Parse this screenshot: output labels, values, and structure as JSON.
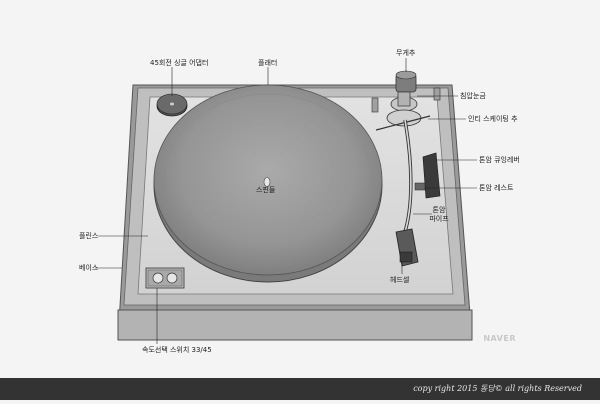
{
  "labels": {
    "adapter": "45회전 싱글 어댑터",
    "platter": "플래터",
    "counterweight": "무게추",
    "tracking_force": "침압눈금",
    "anti_skating": "인티 스케이팅 추",
    "tonearm_lever": "톤암 큐잉레버",
    "tonearm_rest": "톤암 레스트",
    "tonearm_pipe_line1": "톤암",
    "tonearm_pipe_line2": "파이프",
    "spindle": "스핀들",
    "plinth": "플린스",
    "base": "베이스",
    "headshell": "헤드셀",
    "speed_switch": "속도선택 스위치 33/45"
  },
  "watermark": "NAVER",
  "copyright": "copy right 2015 동당© all rights Reserved",
  "colors": {
    "platter_outer": "#8c8c8c",
    "platter_inner": "#a4a4a4",
    "plinth_top": "#d9d9d9",
    "frame": "#8a8a8a",
    "footer": "#333333"
  }
}
